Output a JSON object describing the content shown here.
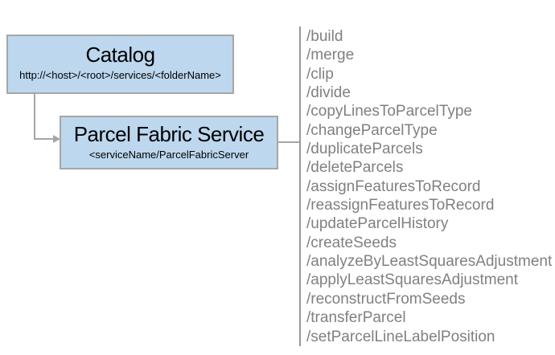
{
  "catalog": {
    "title": "Catalog",
    "subtitle": "http://<host>/<root>/services/<folderName>"
  },
  "service": {
    "title": "Parcel Fabric Service",
    "subtitle": "<serviceName/ParcelFabricServer"
  },
  "endpoints": [
    "/build",
    "/merge",
    "/clip",
    "/divide",
    "/copyLinesToParcelType",
    "/changeParcelType",
    "/duplicateParcels",
    "/deleteParcels",
    "/assignFeaturesToRecord",
    "/reassignFeaturesToRecord",
    "/updateParcelHistory",
    "/createSeeds",
    "/analyzeByLeastSquaresAdjustment",
    "/applyLeastSquaresAdjustment",
    "/reconstructFromSeeds",
    "/transferParcel",
    "/setParcelLineLabelPosition"
  ],
  "colors": {
    "box_fill": "#BDD7EE",
    "box_border": "#A6A6A6",
    "connector": "#A6A6A6",
    "separator": "#999999",
    "endpoint_text": "#808080",
    "title_text": "#000000"
  }
}
